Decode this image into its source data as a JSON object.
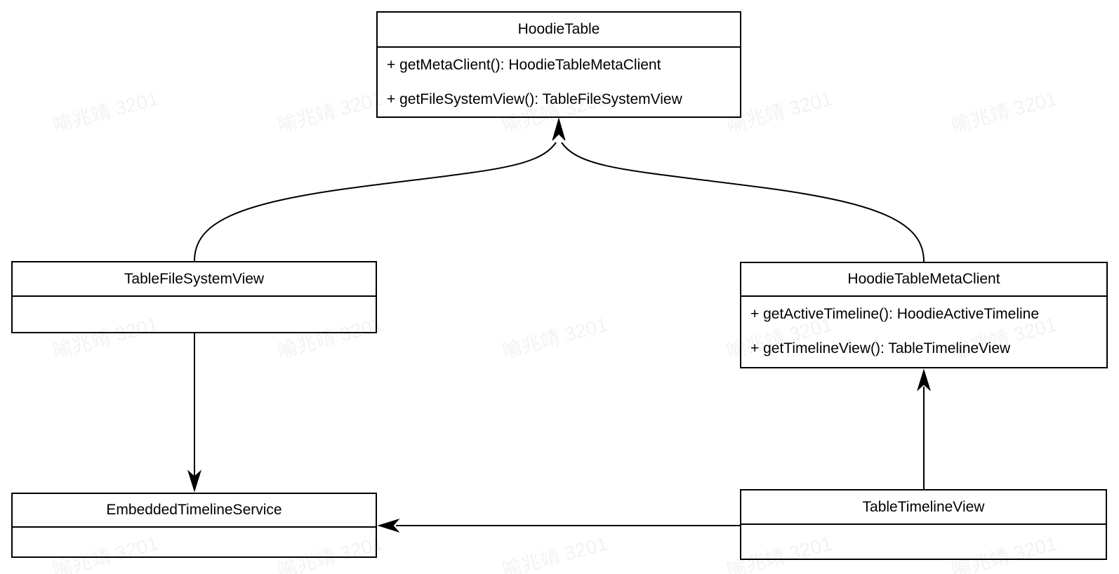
{
  "diagram": {
    "type": "uml-class-diagram",
    "background_color": "#ffffff",
    "line_color": "#000000",
    "text_color": "#000000"
  },
  "classes": {
    "hoodie_table": {
      "title": "HoodieTable",
      "methods": [
        "+ getMetaClient(): HoodieTableMetaClient",
        "+ getFileSystemView(): TableFileSystemView"
      ]
    },
    "table_file_system_view": {
      "title": "TableFileSystemView",
      "methods": []
    },
    "hoodie_table_meta_client": {
      "title": "HoodieTableMetaClient",
      "methods": [
        "+ getActiveTimeline(): HoodieActiveTimeline",
        "+ getTimelineView(): TableTimelineView"
      ]
    },
    "embedded_timeline_service": {
      "title": "EmbeddedTimelineService",
      "methods": []
    },
    "table_timeline_view": {
      "title": "TableTimelineView",
      "methods": []
    }
  },
  "edges": [
    {
      "from": "TableFileSystemView",
      "to": "HoodieTable",
      "style": "curved-arrow"
    },
    {
      "from": "HoodieTableMetaClient",
      "to": "HoodieTable",
      "style": "curved-arrow"
    },
    {
      "from": "TableFileSystemView",
      "to": "EmbeddedTimelineService",
      "style": "straight-arrow"
    },
    {
      "from": "TableTimelineView",
      "to": "HoodieTableMetaClient",
      "style": "straight-arrow"
    },
    {
      "from": "TableTimelineView",
      "to": "EmbeddedTimelineService",
      "style": "straight-arrow"
    }
  ],
  "watermark": {
    "text": "喻兆靖 3201",
    "color": "rgba(0,0,0,0.05)"
  }
}
